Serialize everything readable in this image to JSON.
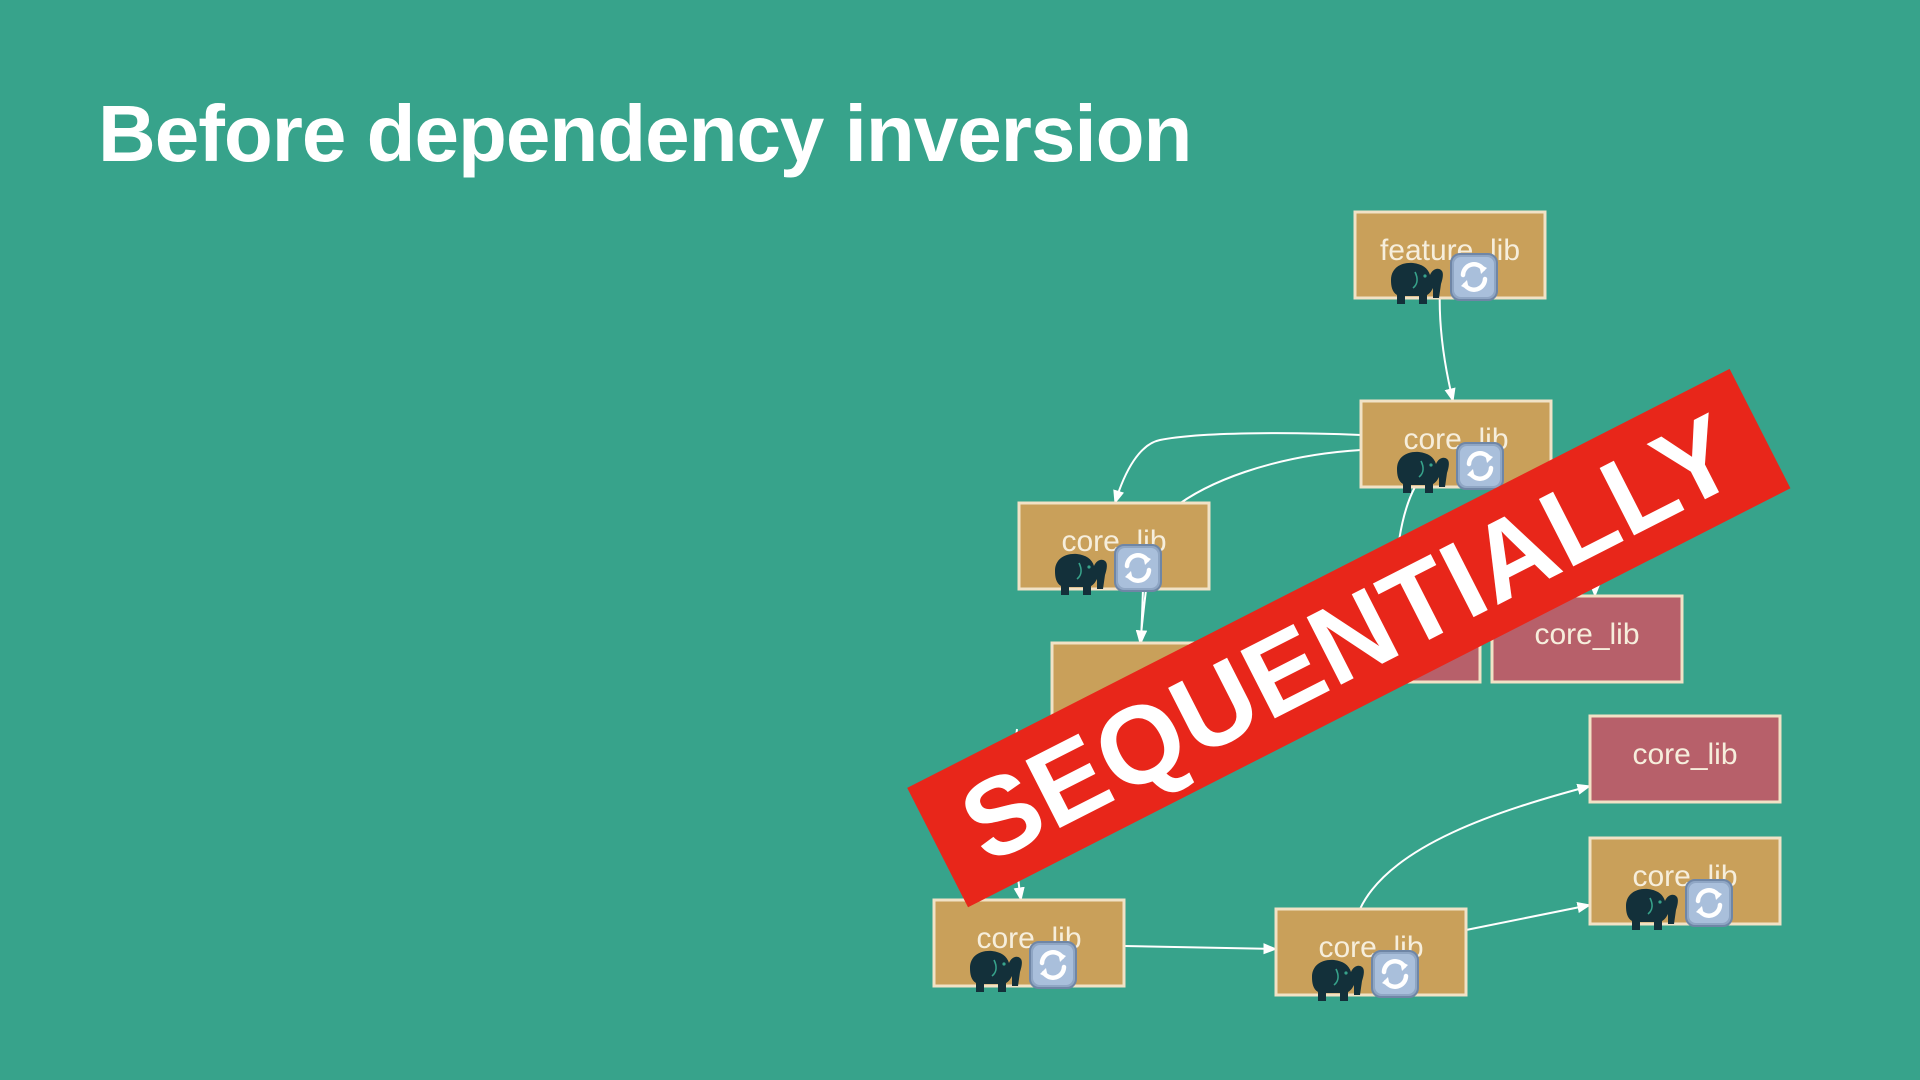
{
  "title": "Before dependency inversion",
  "stamp": "SEQUENTIALLY",
  "colors": {
    "background": "#37a38b",
    "cached_node": "#c9a05a",
    "rebuild_node": "#b7606a",
    "node_border": "#f1e2c6",
    "stamp": "#e8261a"
  },
  "icons": {
    "build": "elephant-icon",
    "sync": "sync-arrows-icon"
  },
  "nodes": [
    {
      "id": "n0",
      "label": "feature_lib",
      "status": "gradle",
      "icons": true
    },
    {
      "id": "n1",
      "label": "core_lib",
      "status": "gradle",
      "icons": true
    },
    {
      "id": "n2",
      "label": "core_lib",
      "status": "gradle",
      "icons": true
    },
    {
      "id": "n3",
      "label": "",
      "status": "gradle",
      "icons": true
    },
    {
      "id": "n4",
      "label": "",
      "status": "cached",
      "icons": false
    },
    {
      "id": "n5",
      "label": "core_lib",
      "status": "cached",
      "icons": false
    },
    {
      "id": "n6",
      "label": "core_lib",
      "status": "cached",
      "icons": false
    },
    {
      "id": "n7",
      "label": "core_lib",
      "status": "gradle",
      "icons": true
    },
    {
      "id": "n8",
      "label": "core_lib",
      "status": "gradle",
      "icons": true
    },
    {
      "id": "n9",
      "label": "core_lib",
      "status": "gradle",
      "icons": true
    }
  ],
  "edges": [
    {
      "from": "n0",
      "to": "n1"
    },
    {
      "from": "n1",
      "to": "n2"
    },
    {
      "from": "n1",
      "to": "n3"
    },
    {
      "from": "n1",
      "to": "n4"
    },
    {
      "from": "n1",
      "to": "n5"
    },
    {
      "from": "n2",
      "to": "n3"
    },
    {
      "from": "n3",
      "to": "n7"
    },
    {
      "from": "n7",
      "to": "n8"
    },
    {
      "from": "n8",
      "to": "n6"
    },
    {
      "from": "n8",
      "to": "n9"
    }
  ]
}
